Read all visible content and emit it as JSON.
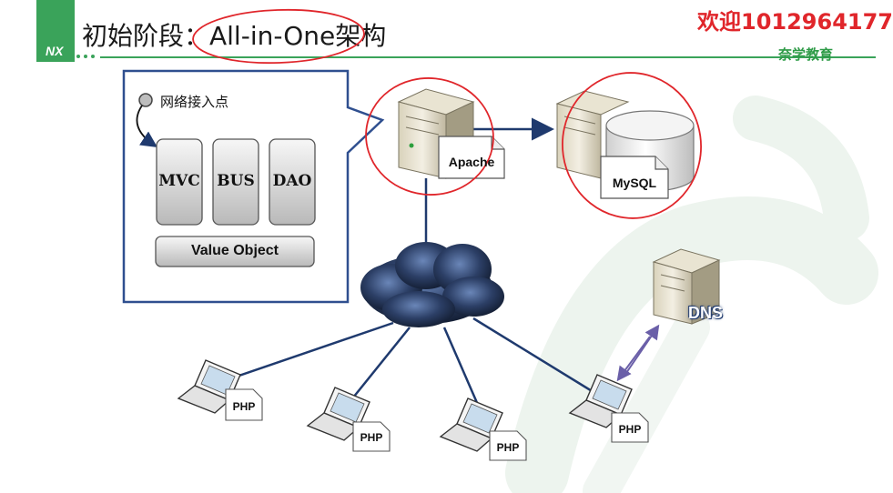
{
  "header": {
    "title": "初始阶段：All-in-One架构",
    "welcome": "欢迎1012964177",
    "brand": "奈学教育",
    "logo_text": "NX"
  },
  "diagram": {
    "access_point": "网络接入点",
    "modules": [
      "MVC",
      "BUS",
      "DAO"
    ],
    "value_object": "Value Object",
    "web_server_label": "Apache",
    "db_label": "MySQL",
    "dns_label": "DNS",
    "client_label": "PHP"
  },
  "colors": {
    "accent_green": "#3aa35a",
    "annotation_red": "#e0262b",
    "callout_blue": "#2f4f8f",
    "link_navy": "#1f3a6e"
  }
}
